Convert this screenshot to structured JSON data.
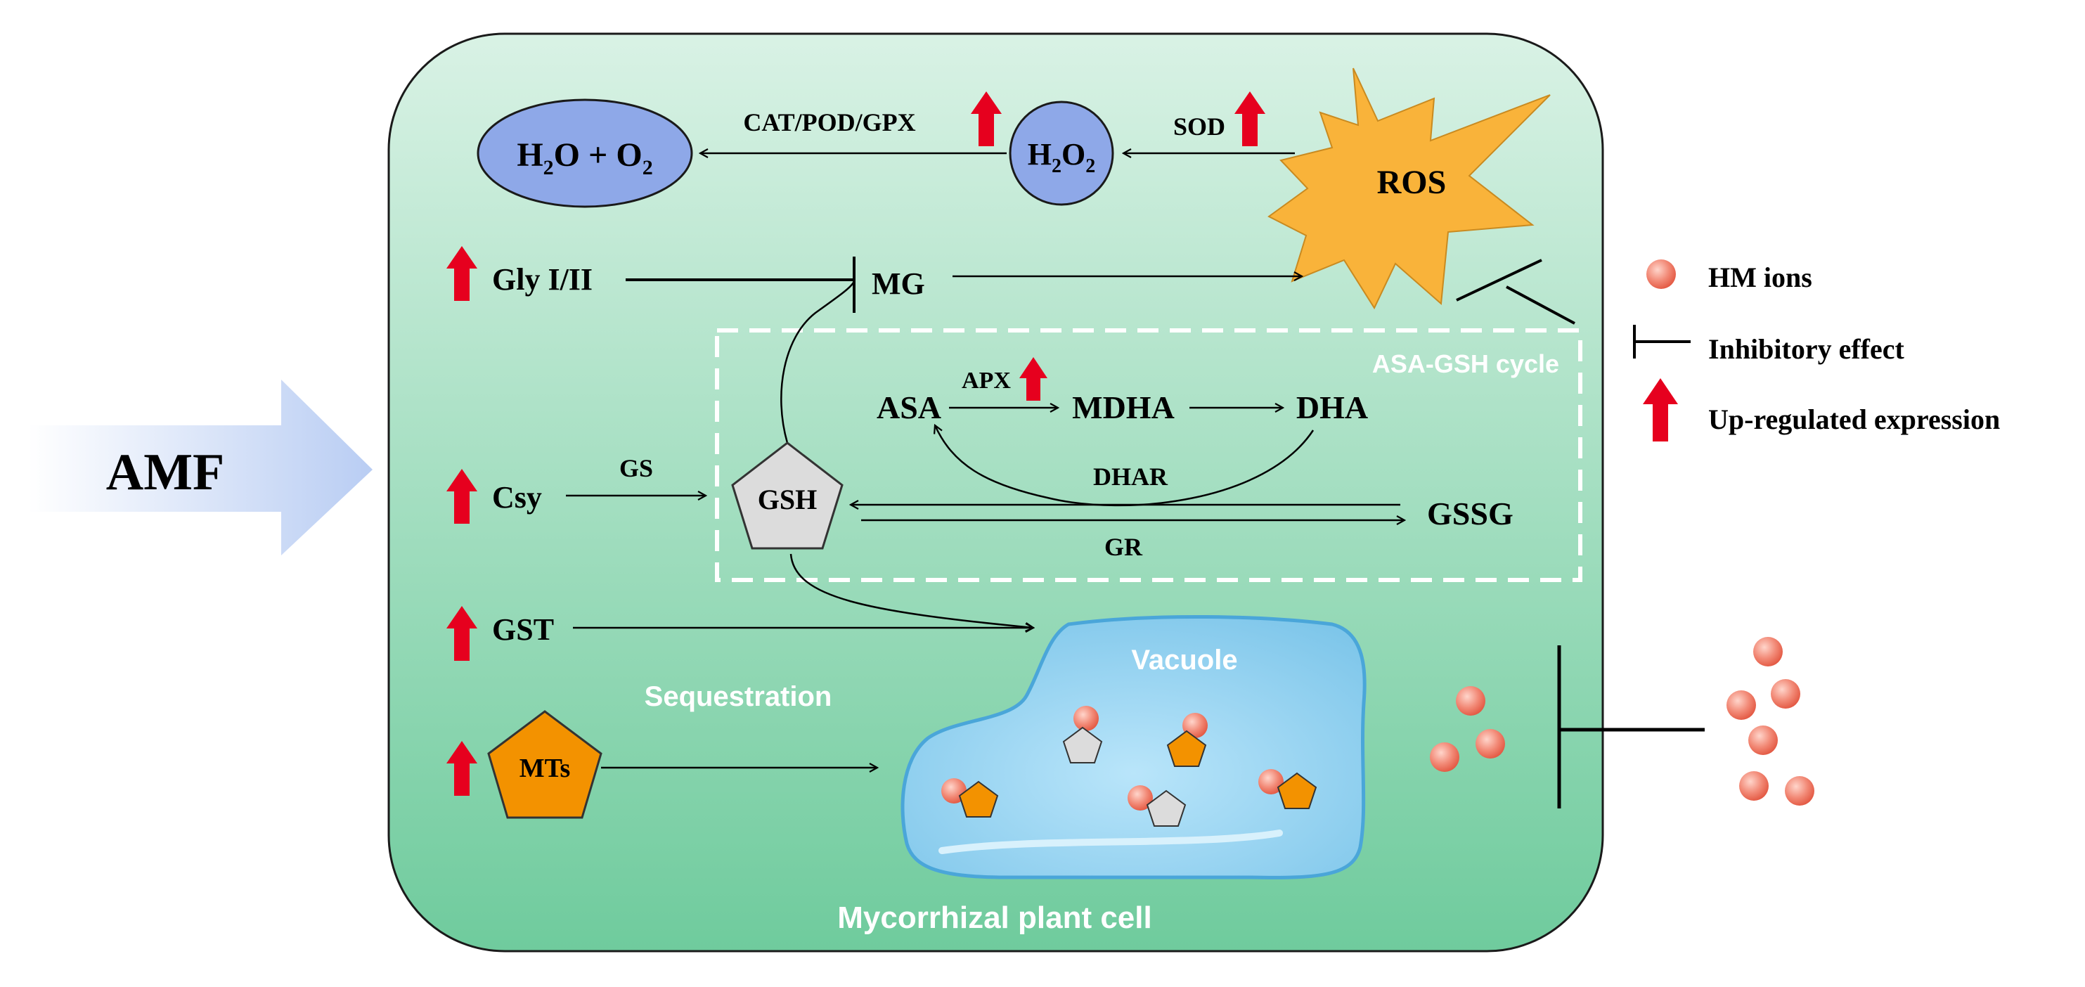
{
  "inputs": {
    "amf": "AMF"
  },
  "cell": {
    "label": "Mycorrhizal plant cell",
    "sequestration": "Sequestration",
    "vacuole": "Vacuole",
    "asa_gsh_cycle": "ASA-GSH cycle"
  },
  "ros_pathway": {
    "water_oxygen": {
      "a": "H",
      "b": "2",
      "c": "O + O",
      "d": "2"
    },
    "h2o2": {
      "a": "H",
      "b": "2",
      "c": "O",
      "d": "2"
    },
    "ros": "ROS",
    "cat_pod_gpx": "CAT/POD/GPX",
    "sod": "SOD"
  },
  "glyoxalase": {
    "gly": "Gly I/II",
    "mg": "MG"
  },
  "gsh_system": {
    "csy": "Csy",
    "gs": "GS",
    "gsh": "GSH",
    "gst": "GST",
    "mts": "MTs"
  },
  "asa_gsh": {
    "asa": "ASA",
    "apx": "APX",
    "mdha": "MDHA",
    "dha": "DHA",
    "dhar": "DHAR",
    "gssg": "GSSG",
    "gr": "GR"
  },
  "legend": {
    "hm_ions": "HM ions",
    "inhibitory": "Inhibitory effect",
    "upregulated": "Up-regulated expression"
  },
  "colors": {
    "cell_top": "#d6f0e2",
    "cell_bottom": "#72cc9f",
    "ros_fill": "#f9b33a",
    "blue_node": "#8ea8e8",
    "up_arrow": "#e6001e",
    "mts_fill": "#f39200",
    "gsh_fill": "#dcdcdc",
    "vacuole_fill": "#7ec6ea",
    "hm_ion": "#ee6a55"
  }
}
